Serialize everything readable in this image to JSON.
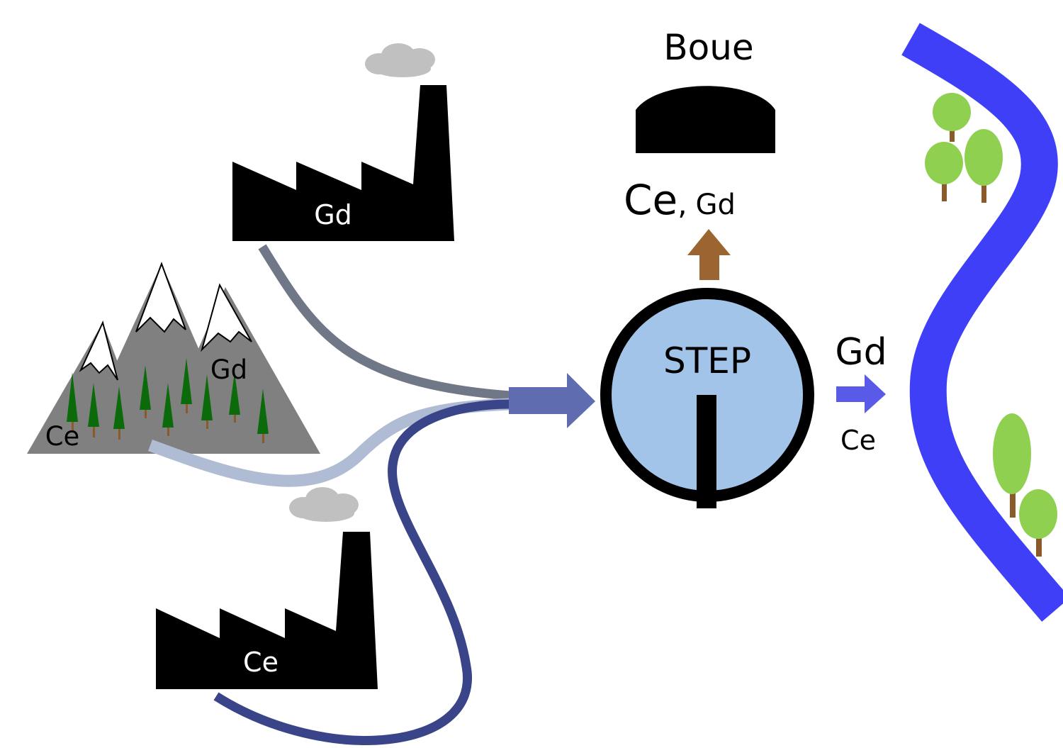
{
  "labels": {
    "factory_top": "Gd",
    "factory_bottom": "Ce",
    "mountain_gd": "Gd",
    "mountain_ce": "Ce",
    "boue": "Boue",
    "sludge_ce": "Ce",
    "sludge_sep": ",",
    "sludge_gd": "Gd",
    "step": "STEP",
    "out_gd": "Gd",
    "out_ce": "Ce"
  },
  "colors": {
    "factory": "#000000",
    "smoke": "#c0c0c0",
    "mountain": "#808080",
    "snow": "#ffffff",
    "conifer": "#0b6b0b",
    "trunk": "#8b5a2b",
    "pipe_factory_top": "#707888",
    "pipe_mountain": "#b0bcd4",
    "pipe_factory_bottom": "#3a4488",
    "inflow_arrow": "#5f6cb0",
    "step_fill": "#a2c4e8",
    "sludge_arrow": "#9a6530",
    "outflow_arrow": "#5a5ae8",
    "river": "#3f3ff8",
    "tree_foliage": "#90d050",
    "tree_trunk": "#8b5a2b"
  }
}
